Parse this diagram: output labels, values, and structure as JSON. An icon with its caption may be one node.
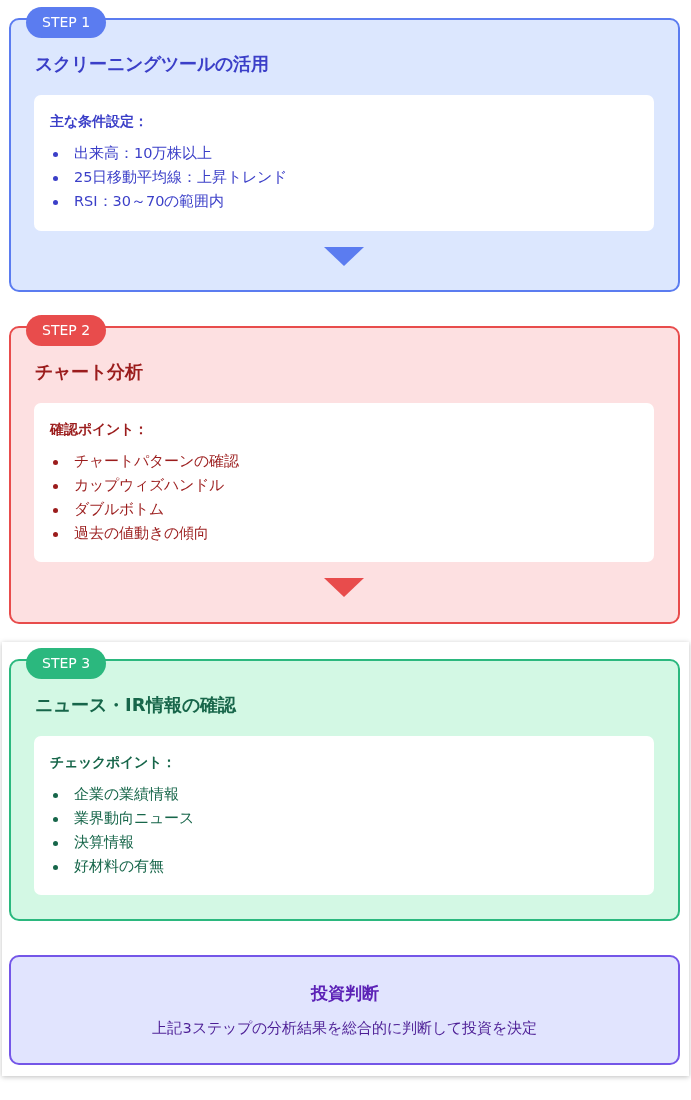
{
  "diagram": {
    "nodes": [
      {
        "text": [
          "STEP 1"
        ]
      },
      {
        "text": [
          "スクリーニングツールの活用"
        ]
      },
      {
        "text": [
          "主な条件設定：",
          "出来高：10万株以上",
          "25日移動平均線：上昇トレンド",
          "RSI：30～70の範囲内"
        ],
        "in": 1
      },
      {
        "text": [
          "STEP 2"
        ]
      },
      {
        "text": [
          "チャート分析"
        ]
      },
      {
        "text": [
          "確認ポイント：",
          "チャートパターンの確認",
          "カップウィズハンドル",
          "ダブルボトム",
          "過去の値動きの傾向"
        ],
        "in": 4
      },
      {
        "text": [
          "STEP 3"
        ]
      },
      {
        "text": [
          "ニュース・IR情報の確認"
        ]
      },
      {
        "text": [
          "チェックポイント：",
          "企業の業績情報",
          "業界動向ニュース",
          "決算情報",
          "好材料の有無"
        ],
        "in": 7
      },
      {
        "text": [
          "投資判断",
          "上記3ステップの分析結果を総合的に判断して投資を決定"
        ]
      }
    ],
    "edges": [
      {
        "from": 2,
        "to": null,
        "arrow": "to"
      },
      {
        "from": 5,
        "to": null,
        "arrow": "to"
      }
    ]
  }
}
